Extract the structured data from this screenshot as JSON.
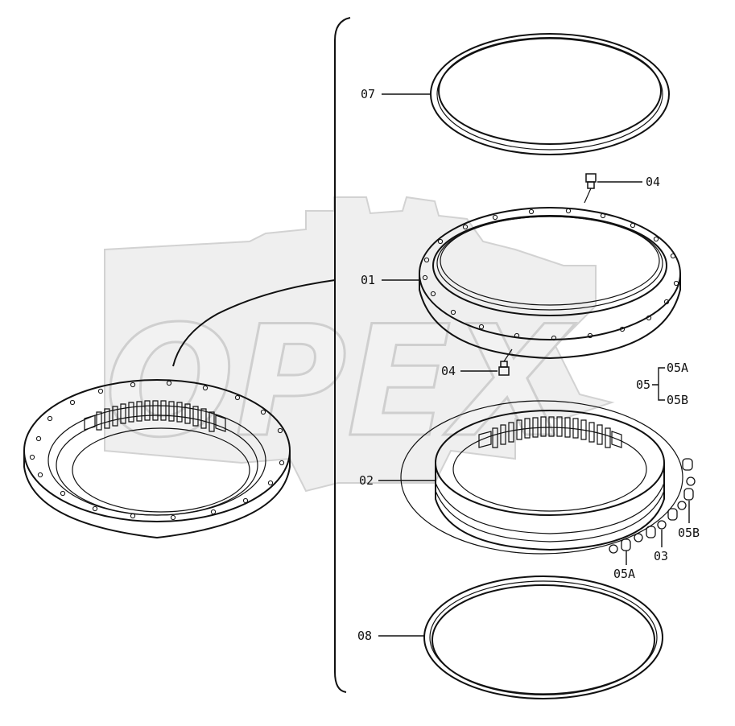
{
  "watermark": {
    "text": "OPEX"
  },
  "callouts": {
    "c07": "07",
    "c04_top": "04",
    "c01": "01",
    "c04_mid": "04",
    "c05": "05",
    "c05A_bracket": "05A",
    "c05B_bracket": "05B",
    "c02": "02",
    "c03": "03",
    "c05B": "05B",
    "c05A": "05A",
    "c08": "08"
  },
  "colors": {
    "ink": "#111111",
    "watermark_fill": "#efefef",
    "watermark_stroke": "#cfcfcf"
  }
}
